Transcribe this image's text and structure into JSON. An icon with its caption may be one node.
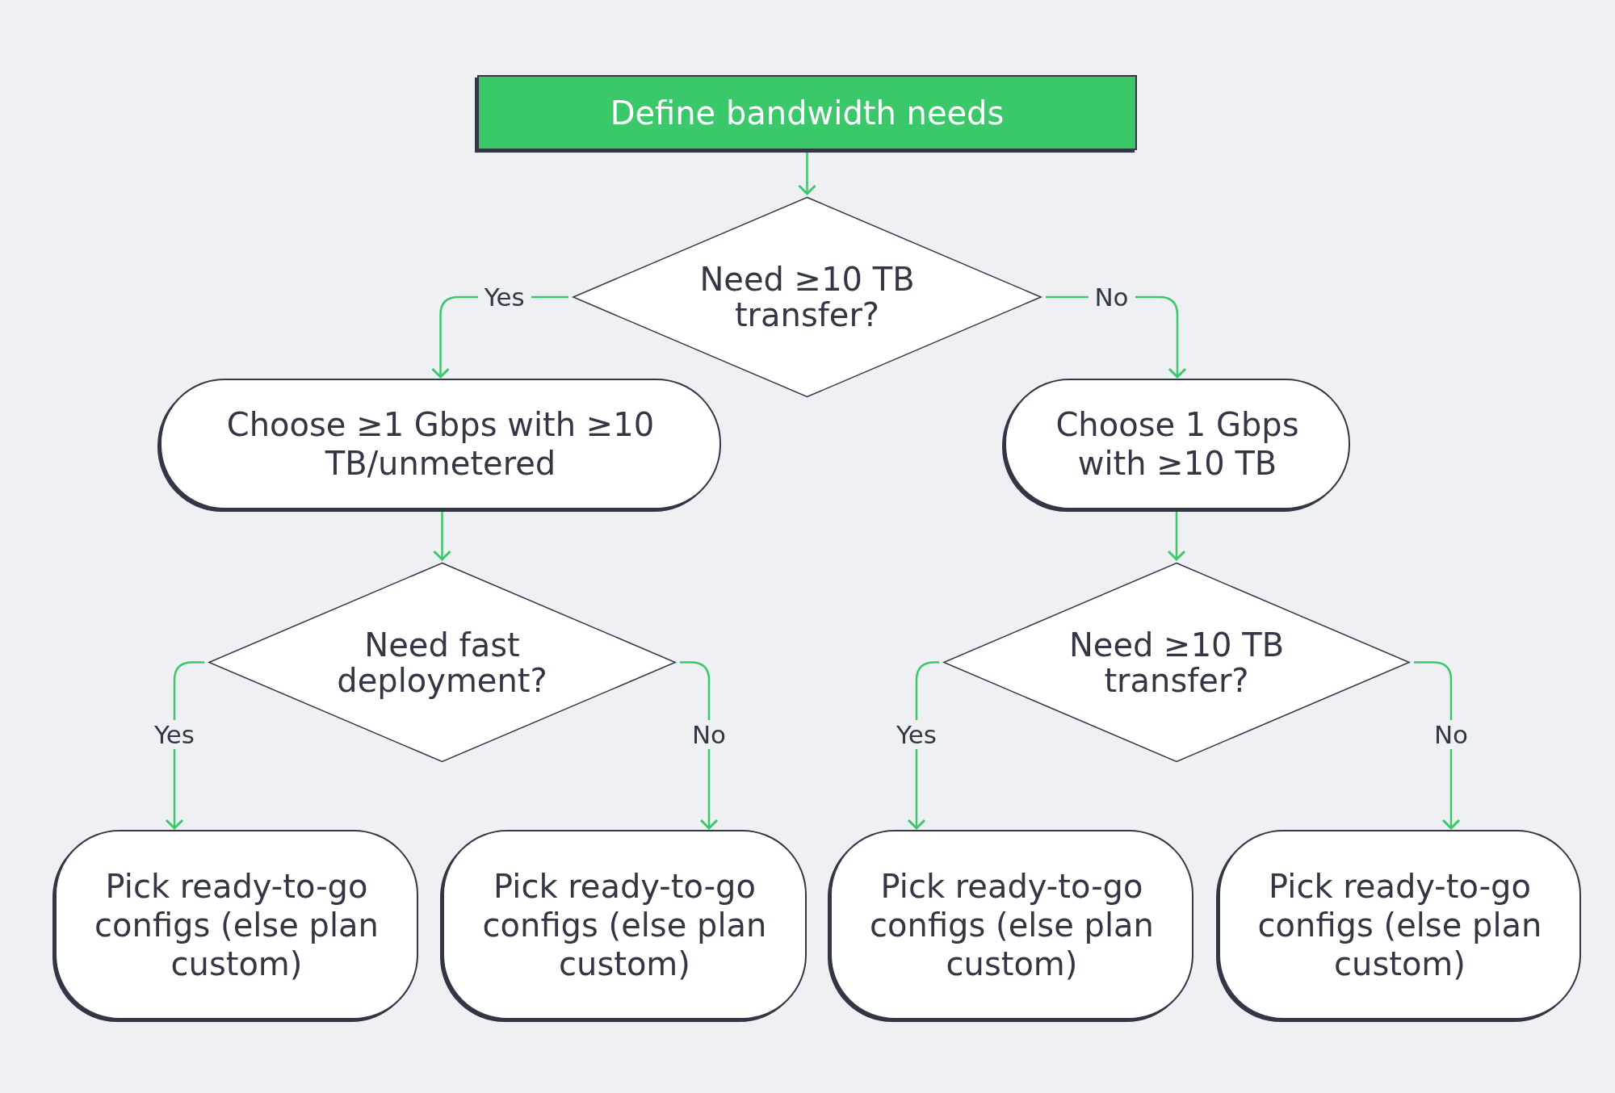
{
  "diagram": {
    "nodes": [
      {
        "text": [
          "Define bandwidth needs"
        ]
      },
      {
        "text": [
          "Need ≥10 TB transfer?"
        ]
      },
      {
        "text": [
          "Choose ≥1 Gbps with ≥10 TB/unmetered"
        ]
      },
      {
        "text": [
          "Choose 1 Gbps with ≥10 TB"
        ]
      },
      {
        "text": [
          "Need fast deployment?"
        ]
      },
      {
        "text": [
          "Need ≥10 TB transfer?"
        ]
      },
      {
        "text": [
          "Pick ready-to-go configs (else plan custom)"
        ]
      },
      {
        "text": [
          "Pick ready-to-go configs (else plan custom)"
        ]
      },
      {
        "text": [
          "Pick ready-to-go configs (else plan custom)"
        ]
      },
      {
        "text": [
          "Pick ready-to-go configs (else plan custom)"
        ]
      }
    ],
    "edges": [
      {
        "from": 0,
        "to": 1,
        "arrow": "to"
      },
      {
        "from": 1,
        "to": 2,
        "arrow": "to",
        "label": "Yes"
      },
      {
        "from": 1,
        "to": 3,
        "arrow": "to",
        "label": "No"
      },
      {
        "from": 2,
        "to": 4,
        "arrow": "to"
      },
      {
        "from": 3,
        "to": 5,
        "arrow": "to"
      },
      {
        "from": 4,
        "to": 6,
        "arrow": "to",
        "label": "Yes"
      },
      {
        "from": 4,
        "to": 7,
        "arrow": "to",
        "label": "No"
      },
      {
        "from": 5,
        "to": 8,
        "arrow": "to",
        "label": "Yes"
      },
      {
        "from": 5,
        "to": 9,
        "arrow": "to",
        "label": "No"
      }
    ]
  }
}
